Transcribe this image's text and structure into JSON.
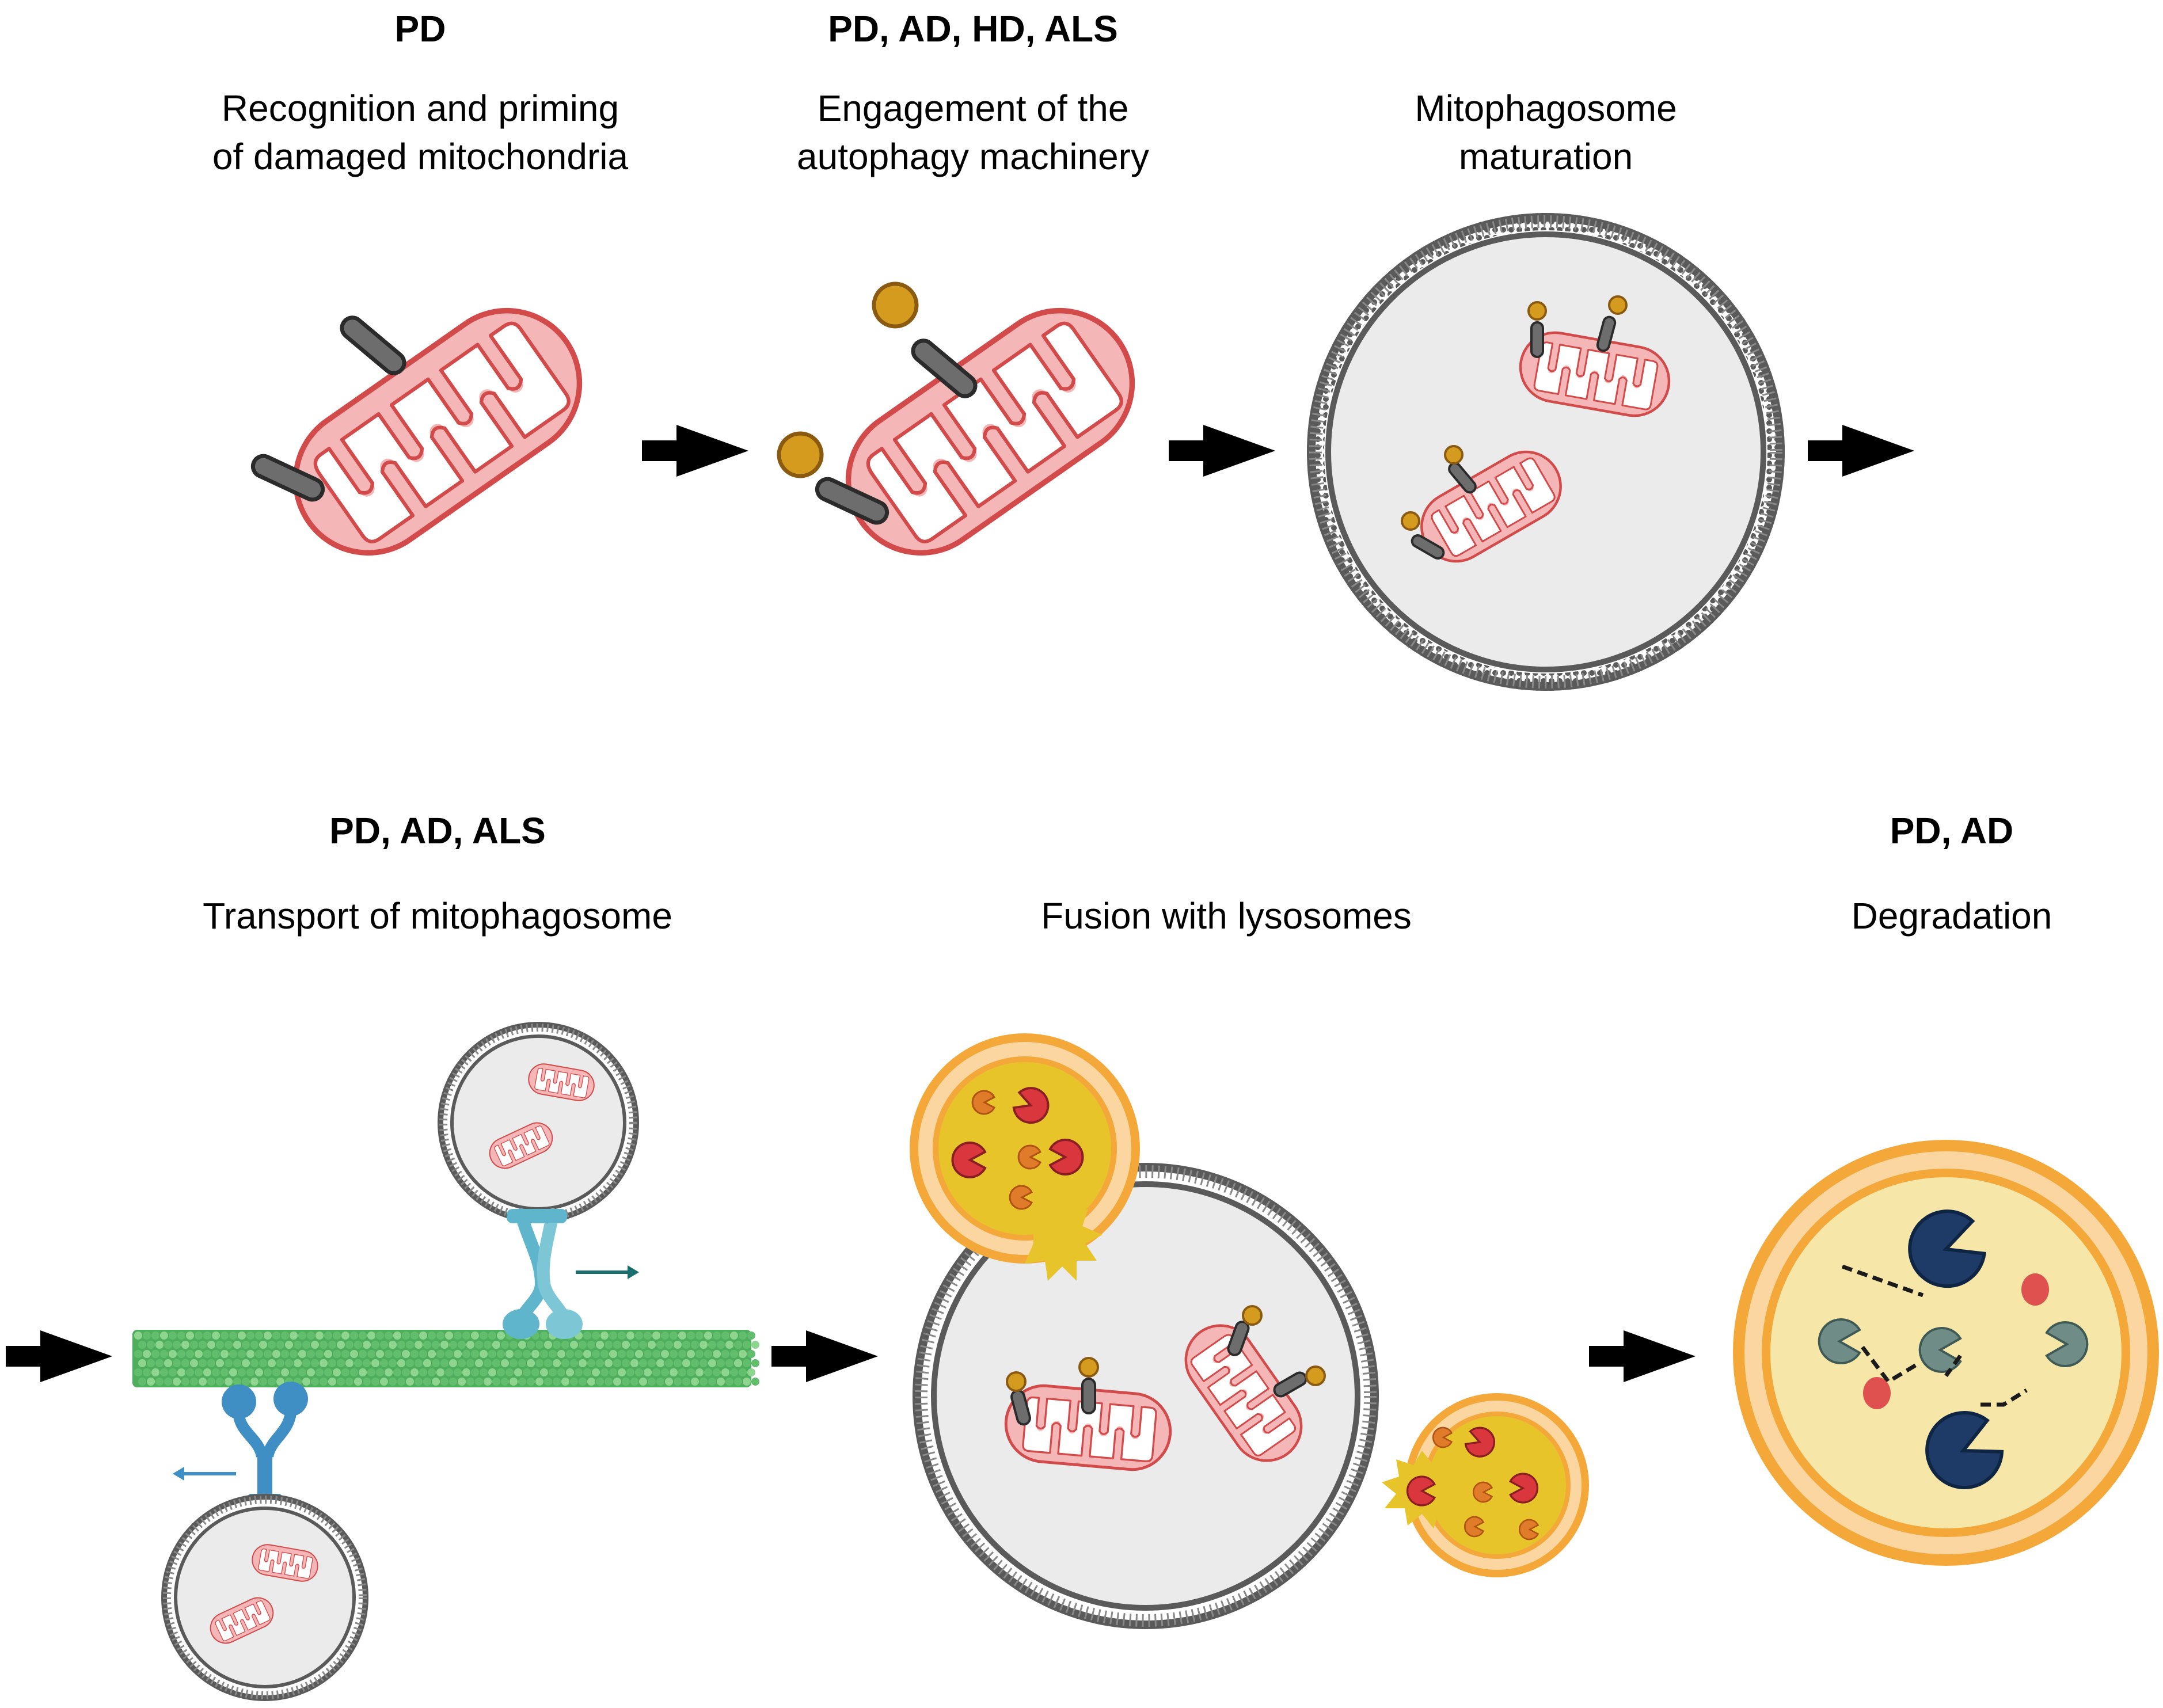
{
  "colors": {
    "mito_fill": "#f4b6b6",
    "mito_stroke": "#d24a4a",
    "receptor": "#6d6d6d",
    "adaptor": "#d49b1e",
    "vesicle_fill": "#e8e8e8",
    "vesicle_membrane": "#6a6a6a",
    "microtubule": "#6cc47a",
    "motor": "#5fb6cc",
    "motor_dark": "#3f8fc4",
    "lysosome_outer": "#f5a83a",
    "lysosome_inner": "#e6c42a",
    "enzyme_red": "#d9363e",
    "enzyme_orange": "#e07b2a",
    "degradation_fill": "#f6e6a8",
    "pacman_navy": "#1e3b67",
    "pacman_gray": "#6f8d86",
    "arrow": "#000000"
  },
  "steps": [
    {
      "disease": "PD",
      "caption_lines": [
        "Recognition and priming",
        "of damaged mitochondria"
      ]
    },
    {
      "disease": "PD, AD, HD, ALS",
      "caption_lines": [
        "Engagement of the",
        "autophagy machinery"
      ]
    },
    {
      "disease": "",
      "caption_lines": [
        "Mitophagosome",
        "maturation"
      ]
    },
    {
      "disease": "PD, AD, ALS",
      "caption_lines": [
        "Transport of mitophagosome"
      ]
    },
    {
      "disease": "",
      "caption_lines": [
        "Fusion with lysosomes"
      ]
    },
    {
      "disease": "PD, AD",
      "caption_lines": [
        "Degradation"
      ]
    }
  ],
  "icons": [
    "mitochondrion-icon",
    "receptor-icon",
    "adaptor-icon",
    "mitophagosome-icon",
    "microtubule-icon",
    "motor-protein-icon",
    "lysosome-icon",
    "enzyme-icon",
    "arrow-icon"
  ]
}
